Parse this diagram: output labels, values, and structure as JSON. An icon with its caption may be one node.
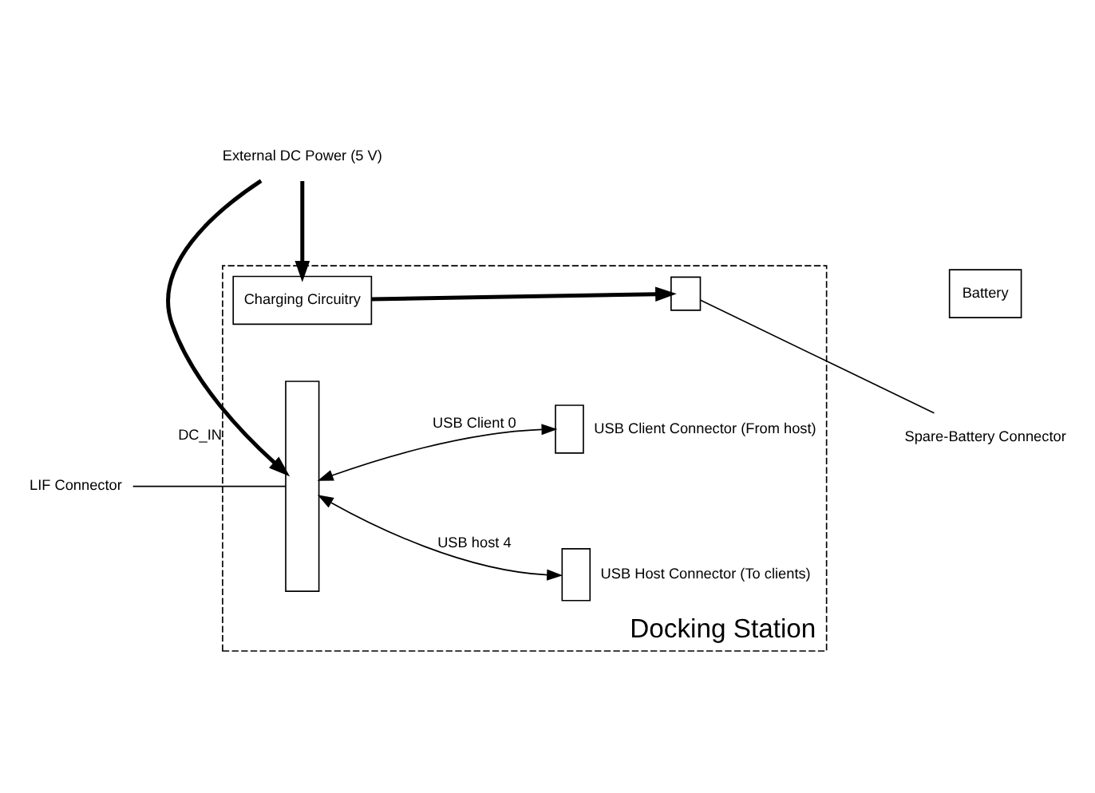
{
  "diagram": {
    "nodes": [
      {
        "text": [
          "Docking Station"
        ]
      },
      {
        "text": [
          "LIF Connector"
        ]
      },
      {
        "text": [],
        "shape": "box",
        "in": 0
      },
      {
        "text": [],
        "shape": "box",
        "in": 0,
        "beside": [
          "USB Host Connector (To clients)"
        ]
      },
      {
        "text": [],
        "shape": "box",
        "in": 0,
        "beside": [
          "USB Client Connector (From host)"
        ]
      },
      {
        "text": [
          "Charging Circuitry"
        ],
        "in": 0
      },
      {
        "text": [],
        "shape": "box",
        "in": 0
      },
      {
        "text": [
          "Spare-Battery Connector"
        ]
      },
      {
        "text": [
          "Battery"
        ]
      },
      {
        "text": [
          "External DC Power (5 V)"
        ]
      }
    ],
    "edges": [
      {
        "from": 1,
        "to": 2,
        "arrow": "none"
      },
      {
        "from": 2,
        "to": 3,
        "arrow": "both",
        "label": "USB host 4"
      },
      {
        "from": 2,
        "to": 4,
        "arrow": "both",
        "label": "USB Client 0"
      },
      {
        "from": 9,
        "to": 2,
        "arrow": "to",
        "label": "DC_IN",
        "style": "thick"
      },
      {
        "from": 9,
        "to": 5,
        "arrow": "to",
        "style": "thick"
      },
      {
        "from": 5,
        "to": 6,
        "arrow": "to",
        "style": "thick"
      },
      {
        "from": 7,
        "to": 6,
        "arrow": "none"
      }
    ]
  }
}
